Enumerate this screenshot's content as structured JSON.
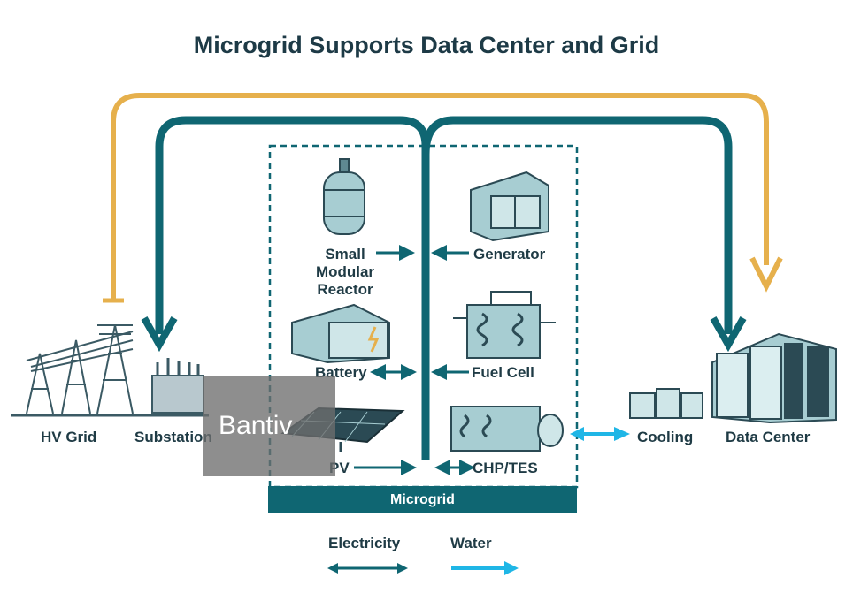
{
  "title": "Microgrid Supports Data Center and Grid",
  "nodes": {
    "hv_grid": "HV Grid",
    "substation": "Substation",
    "smr": [
      "Small",
      "Modular",
      "Reactor"
    ],
    "generator": "Generator",
    "battery": "Battery",
    "fuel_cell": "Fuel Cell",
    "pv": "PV",
    "chp": "CHP/TES",
    "cooling": "Cooling",
    "data_center": "Data Center"
  },
  "microgrid_label": "Microgrid",
  "legend": {
    "electricity": "Electricity",
    "water": "Water"
  },
  "watermark": "Bantiv",
  "colors": {
    "electricity": "#0f6672",
    "water": "#1fb6e6",
    "grid_feed": "#e6b04c",
    "text": "#1f3b45"
  }
}
